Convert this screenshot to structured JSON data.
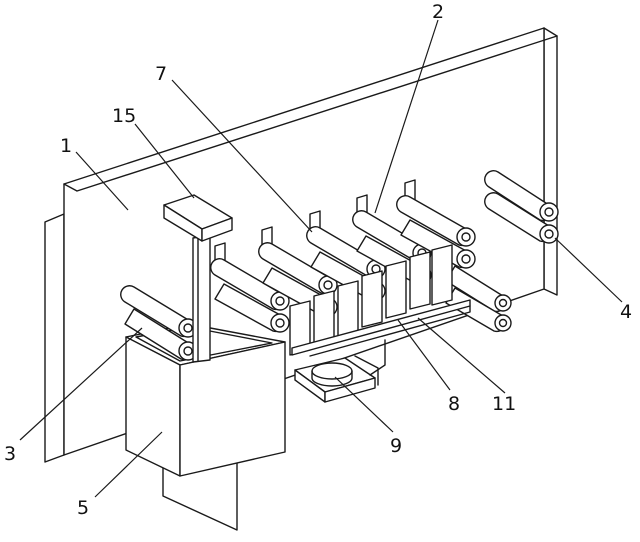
{
  "diagram": {
    "labels": {
      "n1": "1",
      "n2": "2",
      "n3": "3",
      "n4": "4",
      "n5": "5",
      "n7": "7",
      "n8": "8",
      "n9": "9",
      "n11": "11",
      "n15": "15"
    }
  }
}
